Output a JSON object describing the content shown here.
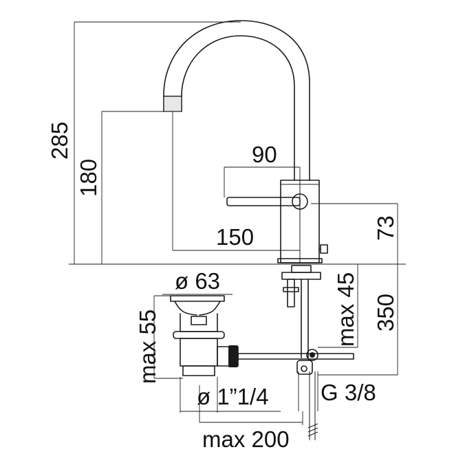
{
  "dimensions": {
    "total_height": "285",
    "spout_height": "180",
    "lever_offset": "90",
    "spout_reach": "150",
    "body_height": "73",
    "waste_diameter": "ø 63",
    "waste_height": "max 55",
    "max_thickness": "max 45",
    "hose_length": "350",
    "waste_thread": "ø 1”1/4",
    "supply_thread": "G 3/8",
    "rod_length": "max 200"
  }
}
